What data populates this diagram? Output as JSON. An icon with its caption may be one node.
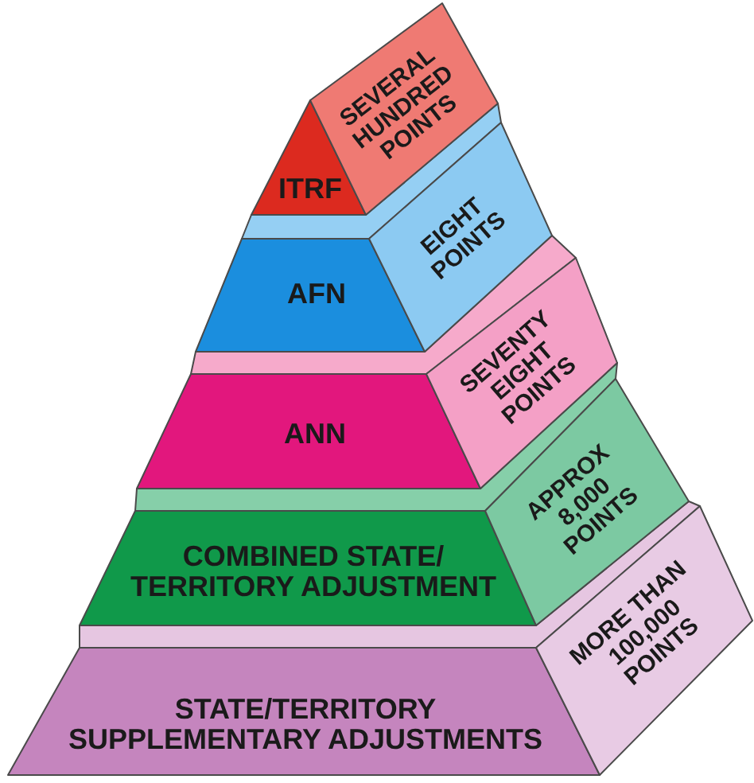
{
  "diagram": {
    "nodes": [
      {
        "text": [
          "ITRF"
        ]
      },
      {
        "text": [
          "SEVERAL HUNDRED POINTS"
        ]
      },
      {
        "text": [
          "AFN"
        ]
      },
      {
        "text": [
          "EIGHT POINTS"
        ]
      },
      {
        "text": [
          "ANN"
        ]
      },
      {
        "text": [
          "SEVENTY EIGHT POINTS"
        ]
      },
      {
        "text": [
          "COMBINED STATE/ TERRITORY ADJUSTMENT"
        ]
      },
      {
        "text": [
          "APPROX 8,000 POINTS"
        ]
      },
      {
        "text": [
          "STATE/TERRITORY SUPPLEMENTARY ADJUSTMENTS"
        ]
      },
      {
        "text": [
          "MORE THAN 100,000 POINTS"
        ]
      }
    ]
  }
}
